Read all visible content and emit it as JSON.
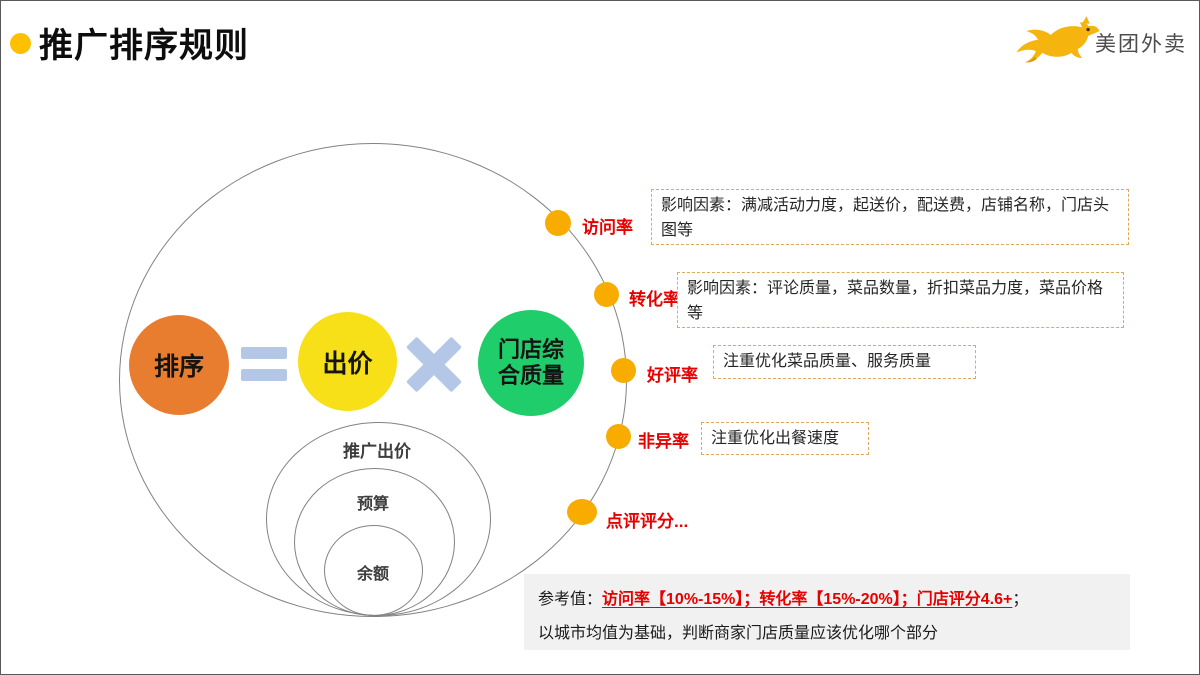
{
  "slide": {
    "title": "推广排序规则",
    "logo_text": "美团外卖"
  },
  "formula": {
    "result": "排序",
    "equals_symbol": "=",
    "factor1": "出价",
    "multiply_symbol": "×",
    "factor2_line1": "门店综",
    "factor2_line2": "合质量"
  },
  "nested": [
    "推广出价",
    "预算",
    "余额"
  ],
  "metrics": [
    {
      "label": "访问率",
      "note": "影响因素：满减活动力度，起送价，配送费，店铺名称，门店头图等"
    },
    {
      "label": "转化率",
      "note": "影响因素：评论质量，菜品数量，折扣菜品力度，菜品价格等"
    },
    {
      "label": "好评率",
      "note": "注重优化菜品质量、服务质量"
    },
    {
      "label": "非异率",
      "note": "注重优化出餐速度"
    },
    {
      "label": "点评评分...",
      "note": ""
    }
  ],
  "reference": {
    "prefix": "参考值：",
    "highlight": "访问率【10%-15%】；转化率【15%-20%】；门店评分4.6+",
    "suffix": "；",
    "line2": "以城市均值为基础，判断商家门店质量应该优化哪个部分"
  },
  "colors": {
    "title_bullet": "#FFC000",
    "rank_circle": "#E87D2F",
    "bid_circle": "#F7E017",
    "quality_circle": "#1FCE6B",
    "operator_blue": "#B4C7E7",
    "metric_dot": "#F8AC00",
    "metric_red": "#E60000",
    "dashed_border": "#E0A858",
    "reference_bg": "#F1F1F1",
    "logo_gold": "#F6B40E"
  }
}
